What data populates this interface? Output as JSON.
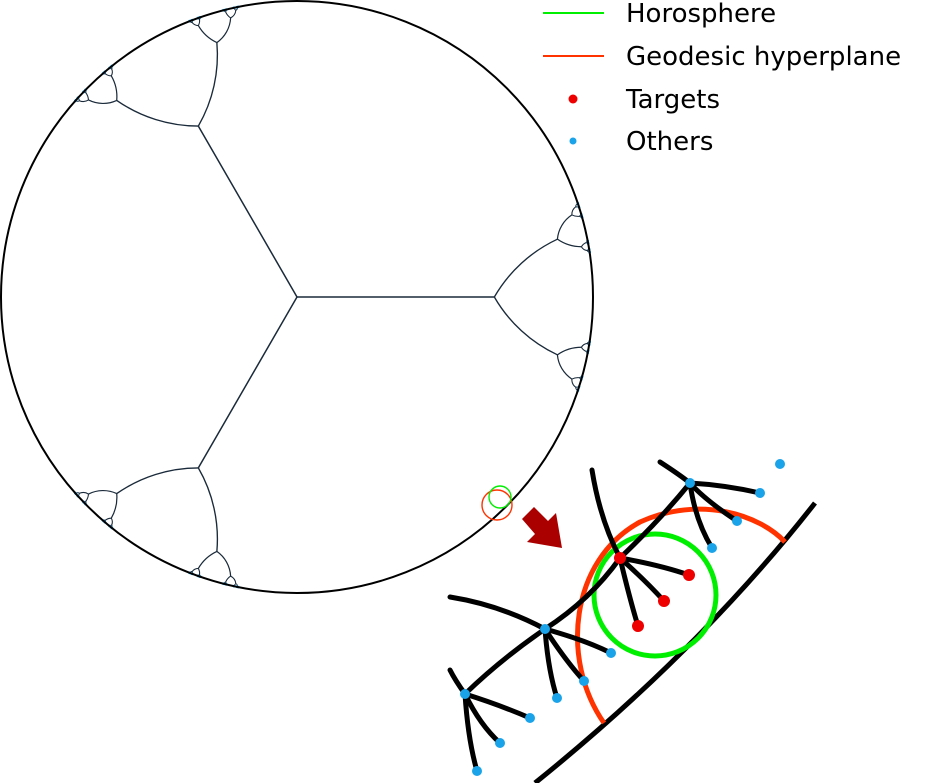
{
  "legend": {
    "items": [
      {
        "label": "Horosphere",
        "kind": "line",
        "color": "#00ee00"
      },
      {
        "label": "Geodesic hyperplane",
        "kind": "line",
        "color": "#ff3300"
      },
      {
        "label": "Targets",
        "kind": "dot",
        "color": "#ee0000"
      },
      {
        "label": "Others",
        "kind": "dot",
        "color": "#1aa3e8"
      }
    ]
  },
  "disk": {
    "tree": "trivalent tree embedded in the Poincare disk",
    "edge_color": "#1a2a3a",
    "boundary_color": "#000000"
  },
  "zoom": {
    "arrow_color": "#aa0000",
    "targets": 4,
    "edge_color": "#000000"
  }
}
